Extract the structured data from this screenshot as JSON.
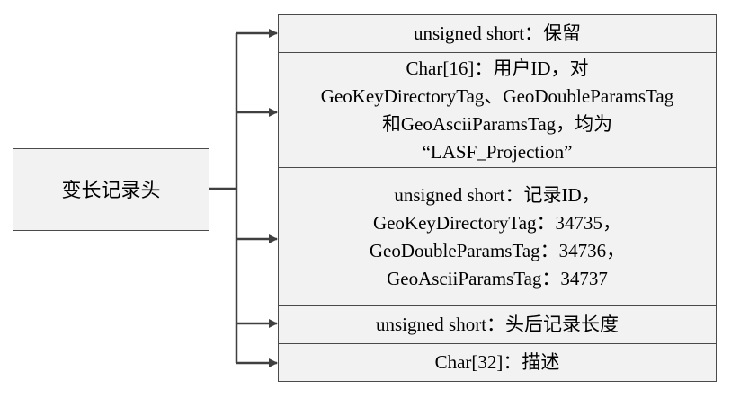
{
  "header": {
    "label": "变长记录头"
  },
  "fields": [
    {
      "lines": [
        "unsigned short：保留"
      ]
    },
    {
      "lines": [
        "Char[16]：用户ID，对",
        "GeoKeyDirectoryTag、GeoDoubleParamsTag",
        "和GeoAsciiParamsTag，均为",
        "“LASF_Projection”"
      ]
    },
    {
      "lines": [
        "unsigned short：记录ID，",
        "GeoKeyDirectoryTag：34735，",
        "GeoDoubleParamsTag：34736，",
        "GeoAsciiParamsTag：34737"
      ]
    },
    {
      "lines": [
        "unsigned short：头后记录长度"
      ]
    },
    {
      "lines": [
        "Char[32]：描述"
      ]
    }
  ],
  "colors": {
    "line": "#404040",
    "box_fill": "#f2f2f2",
    "box_border": "#4a4a4a"
  }
}
